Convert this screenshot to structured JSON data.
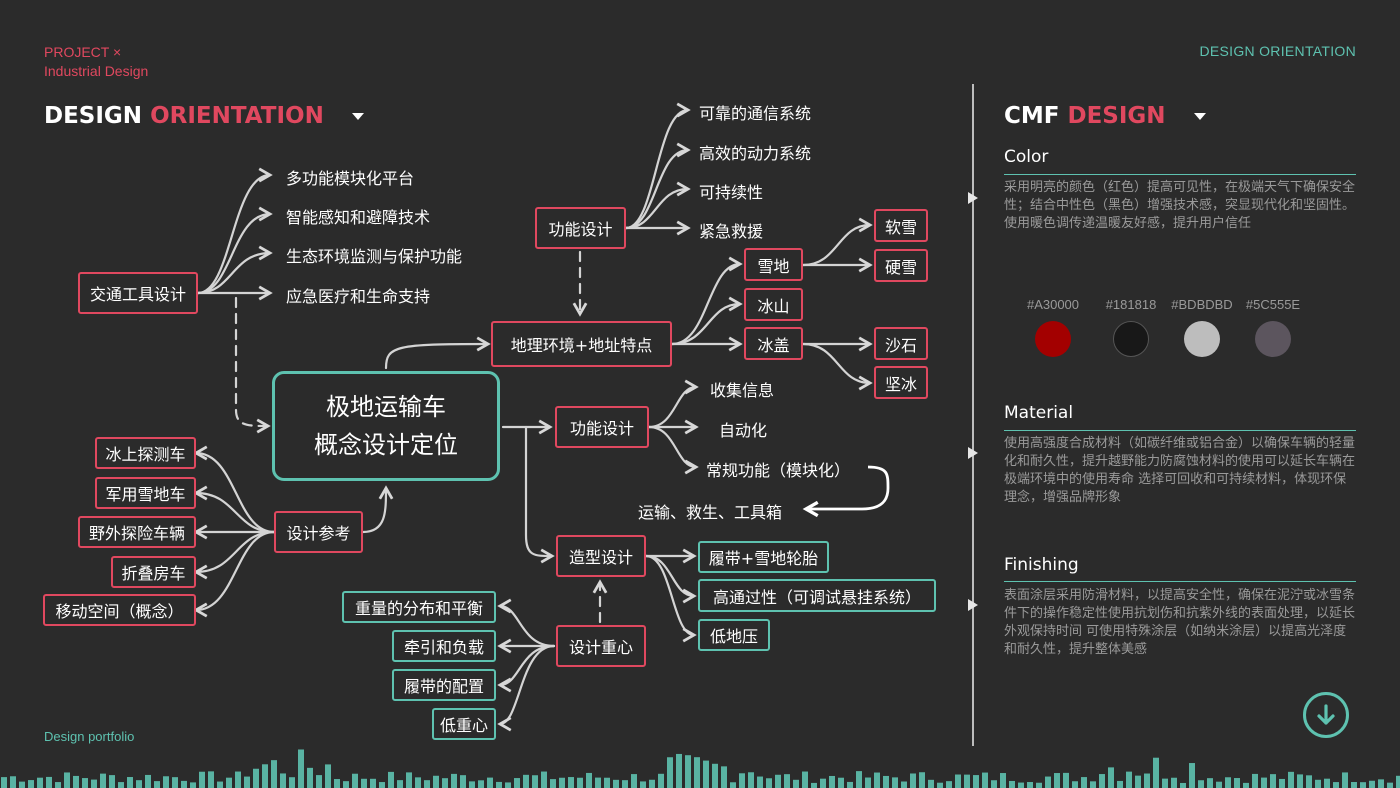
{
  "header": {
    "brand_line1": "PROJECT  ×",
    "brand_line2": "Industrial Design",
    "top_right": "DESIGN ORIENTATION",
    "title_white": "DESIGN",
    "title_red": "ORIENTATION",
    "footer": "Design portfolio"
  },
  "mindmap": {
    "center_line1": "极地运输车",
    "center_line2": "概念设计定位",
    "transport": {
      "label": "交通工具设计",
      "items": [
        "多功能模块化平台",
        "智能感知和避障技术",
        "生态环境监测与保护功能",
        "应急医疗和生命支持"
      ]
    },
    "reference": {
      "label": "设计参考",
      "items": [
        "冰上探测车",
        "军用雪地车",
        "野外探险车辆",
        "折叠房车",
        "移动空间（概念）"
      ]
    },
    "function_top": {
      "label": "功能设计",
      "items": [
        "可靠的通信系统",
        "高效的动力系统",
        "可持续性",
        "紧急救援"
      ]
    },
    "geography": {
      "label": "地理环境+地址特点",
      "snow": "雪地",
      "iceberg": "冰山",
      "icecap": "冰盖",
      "soft_snow": "软雪",
      "hard_snow": "硬雪",
      "gravel": "沙石",
      "hard_ice": "坚冰"
    },
    "function_mid": {
      "label": "功能设计",
      "items": [
        "收集信息",
        "自动化",
        "常规功能（模块化）"
      ],
      "modules": "运输、救生、工具箱"
    },
    "styling": {
      "label": "造型设计",
      "items": [
        "履带+雪地轮胎",
        "高通过性（可调试悬挂系统）",
        "低地压"
      ]
    },
    "gravity": {
      "label": "设计重心",
      "items": [
        "重量的分布和平衡",
        "牵引和负载",
        "履带的配置",
        "低重心"
      ]
    }
  },
  "cmf": {
    "title_white": "CMF",
    "title_red": "DESIGN",
    "color": {
      "title": "Color",
      "body": "采用明亮的颜色（红色）提高可见性，在极端天气下确保安全性；结合中性色（黑色）增强技术感，突显现代化和坚固性。使用暖色调传递温暖友好感，提升用户信任",
      "swatches": [
        "#A30000",
        "#181818",
        "#BDBDBD",
        "#5C555E"
      ]
    },
    "material": {
      "title": "Material",
      "body": "使用高强度合成材料（如碳纤维或铝合金）以确保车辆的轻量化和耐久性，提升越野能力防腐蚀材料的使用可以延长车辆在极端环境中的使用寿命 选择可回收和可持续材料，体现环保理念，增强品牌形象"
    },
    "finishing": {
      "title": "Finishing",
      "body": "表面涂层采用防滑材料，以提高安全性，确保在泥泞或冰雪条件下的操作稳定性使用抗划伤和抗紫外线的表面处理，以延长外观保持时间 可使用特殊涂层（如纳米涂层）以提高光泽度和耐久性，提升整体美感"
    }
  },
  "colors": {
    "accent_red": "#e0485f",
    "accent_teal": "#5ec2b0",
    "background": "#2b2b2b"
  }
}
